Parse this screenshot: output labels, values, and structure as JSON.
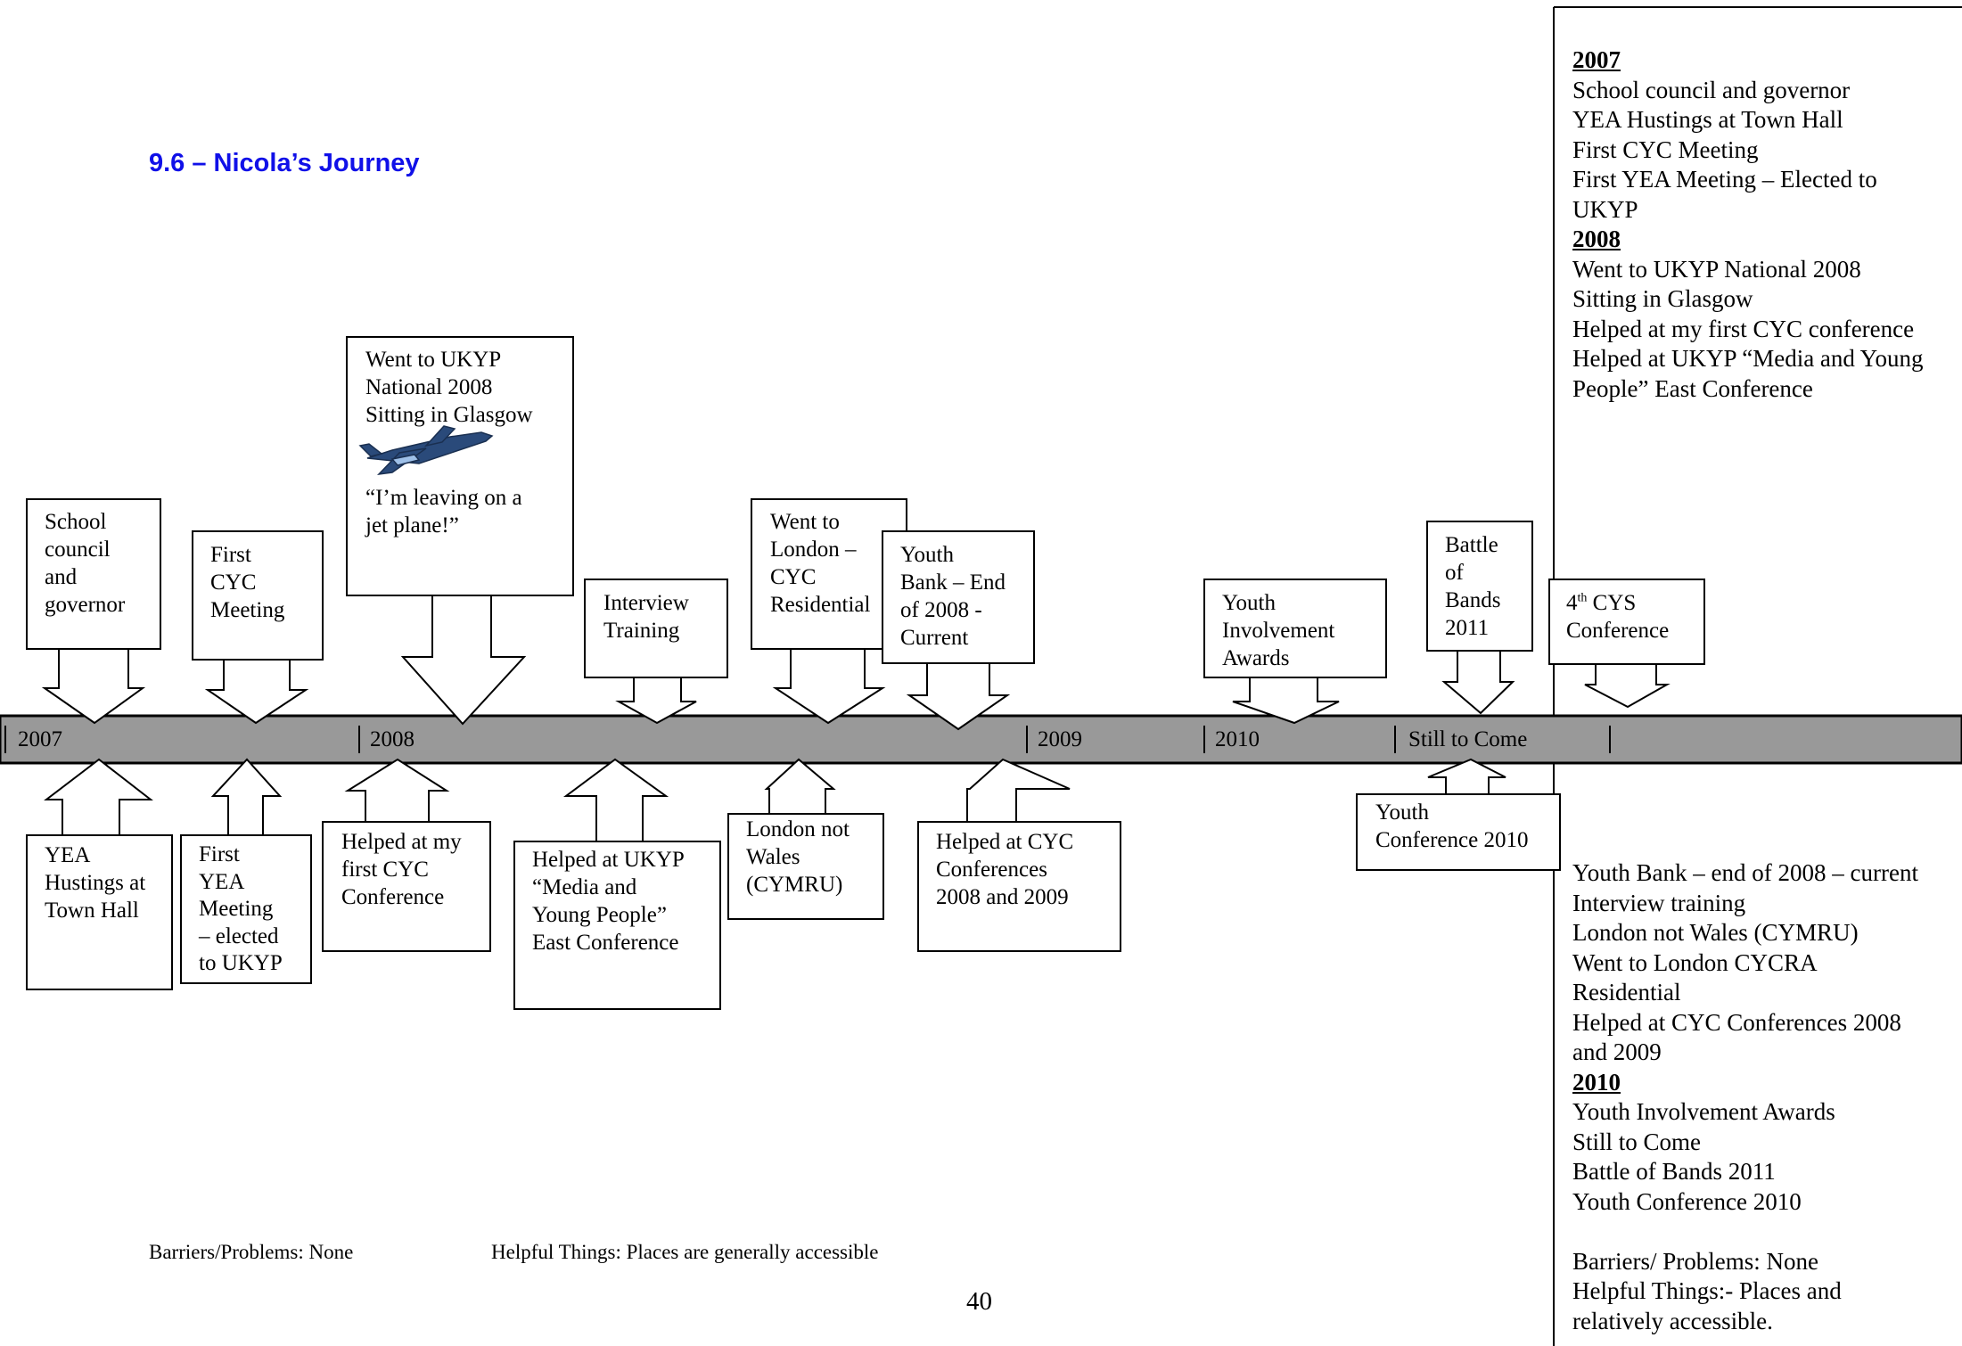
{
  "heading": "9.6 – Nicola’s Journey",
  "timeline": {
    "year_labels": [
      "2007",
      "2008",
      "2009",
      "2010",
      "Still to Come"
    ]
  },
  "above_boxes": [
    {
      "id": "school",
      "lines": [
        "School",
        "council",
        "and",
        "governor"
      ]
    },
    {
      "id": "first-cyc",
      "lines": [
        "First",
        "CYC",
        "Meeting"
      ]
    },
    {
      "id": "ukyp-national",
      "lines": [
        "Went to UKYP",
        "National 2008",
        "Sitting in Glasgow"
      ],
      "quote_lines": [
        "“I’m leaving on a",
        "jet plane!”"
      ]
    },
    {
      "id": "interview",
      "lines": [
        "Interview",
        "Training"
      ]
    },
    {
      "id": "london-cyc",
      "lines": [
        "Went to",
        "London –",
        "CYC",
        "Residential"
      ]
    },
    {
      "id": "youth-bank",
      "lines": [
        "Youth",
        "Bank – End",
        "of 2008 -",
        "Current"
      ]
    },
    {
      "id": "youth-involvement",
      "lines": [
        "Youth",
        "Involvement",
        "Awards"
      ]
    },
    {
      "id": "battle",
      "lines": [
        "Battle",
        "of",
        "Bands",
        "2011"
      ]
    },
    {
      "id": "cys",
      "sup_prefix": "4",
      "sup": "th",
      "after_sup": " CYS",
      "lines": [
        "Conference"
      ]
    }
  ],
  "below_boxes": [
    {
      "id": "yea-hustings",
      "lines": [
        "YEA",
        "Hustings at",
        "Town Hall"
      ]
    },
    {
      "id": "first-yea",
      "lines": [
        "First",
        "YEA",
        "Meeting",
        "– elected",
        "to UKYP"
      ]
    },
    {
      "id": "helped-first-cyc",
      "lines": [
        "Helped at my",
        "first CYC",
        "Conference"
      ]
    },
    {
      "id": "media",
      "lines": [
        "Helped at UKYP",
        "“Media and",
        "Young People”",
        "East Conference"
      ]
    },
    {
      "id": "london-not-wales",
      "lines": [
        "London not",
        "Wales",
        "(CYMRU)"
      ]
    },
    {
      "id": "cyc-conferences",
      "lines": [
        "Helped at CYC",
        "Conferences",
        "2008 and 2009"
      ]
    },
    {
      "id": "youth-conference",
      "lines": [
        "Youth",
        "Conference 2010"
      ]
    }
  ],
  "side_panel_top": [
    {
      "year": "2007",
      "items": [
        "School council and governor",
        "YEA Hustings at Town Hall",
        "First CYC Meeting",
        "First YEA Meeting – Elected to",
        "UKYP"
      ]
    },
    {
      "year": "2008",
      "items": [
        "Went to UKYP National 2008",
        "Sitting in Glasgow",
        "Helped at my first CYC conference",
        "Helped at UKYP “Media and Young",
        "People” East Conference"
      ]
    }
  ],
  "side_panel_bottom": {
    "items_2008_cont": [
      "Youth Bank – end of 2008 – current",
      "Interview training",
      "London not Wales (CYMRU)",
      "Went to London CYCRA",
      "Residential",
      "Helped at CYC Conferences 2008",
      "and 2009"
    ],
    "year": "2010",
    "items_2010": [
      "Youth Involvement Awards",
      "Still to Come",
      "Battle of Bands 2011",
      "Youth Conference 2010"
    ],
    "barriers": "Barriers/ Problems: None",
    "helpful_1": "Helpful Things:- Places and",
    "helpful_2": "relatively accessible."
  },
  "footer": {
    "barriers": "Barriers/Problems: None",
    "helpful": "Helpful Things: Places are generally accessible"
  },
  "page_number": "40",
  "colors": {
    "heading": "#1010e8",
    "timeline_bar": "#999999",
    "plane": "#2a4a7a"
  }
}
